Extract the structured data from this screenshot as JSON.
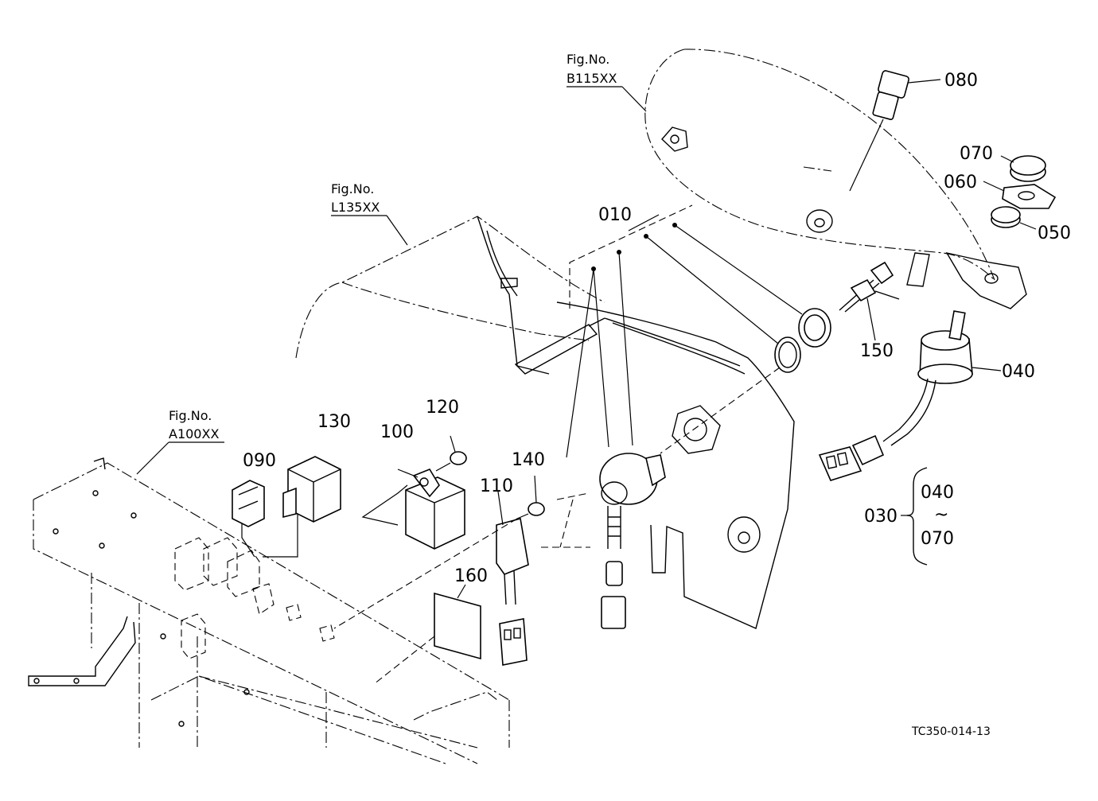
{
  "diagram": {
    "drawing_code": "TC350-014-13",
    "fig_refs": [
      {
        "label": "Fig.No.",
        "code": "B115XX"
      },
      {
        "label": "Fig.No.",
        "code": "L135XX"
      },
      {
        "label": "Fig.No.",
        "code": "A100XX"
      }
    ],
    "callouts": {
      "p010": "010",
      "p030": "030",
      "p040": "040",
      "p050": "050",
      "p060": "060",
      "p070": "070",
      "p080": "080",
      "p090": "090",
      "p100": "100",
      "p110": "110",
      "p120": "120",
      "p130": "130",
      "p140": "140",
      "p150": "150",
      "p160": "160"
    },
    "kit_range": {
      "from": "040",
      "tilde": "~",
      "to": "070"
    }
  }
}
